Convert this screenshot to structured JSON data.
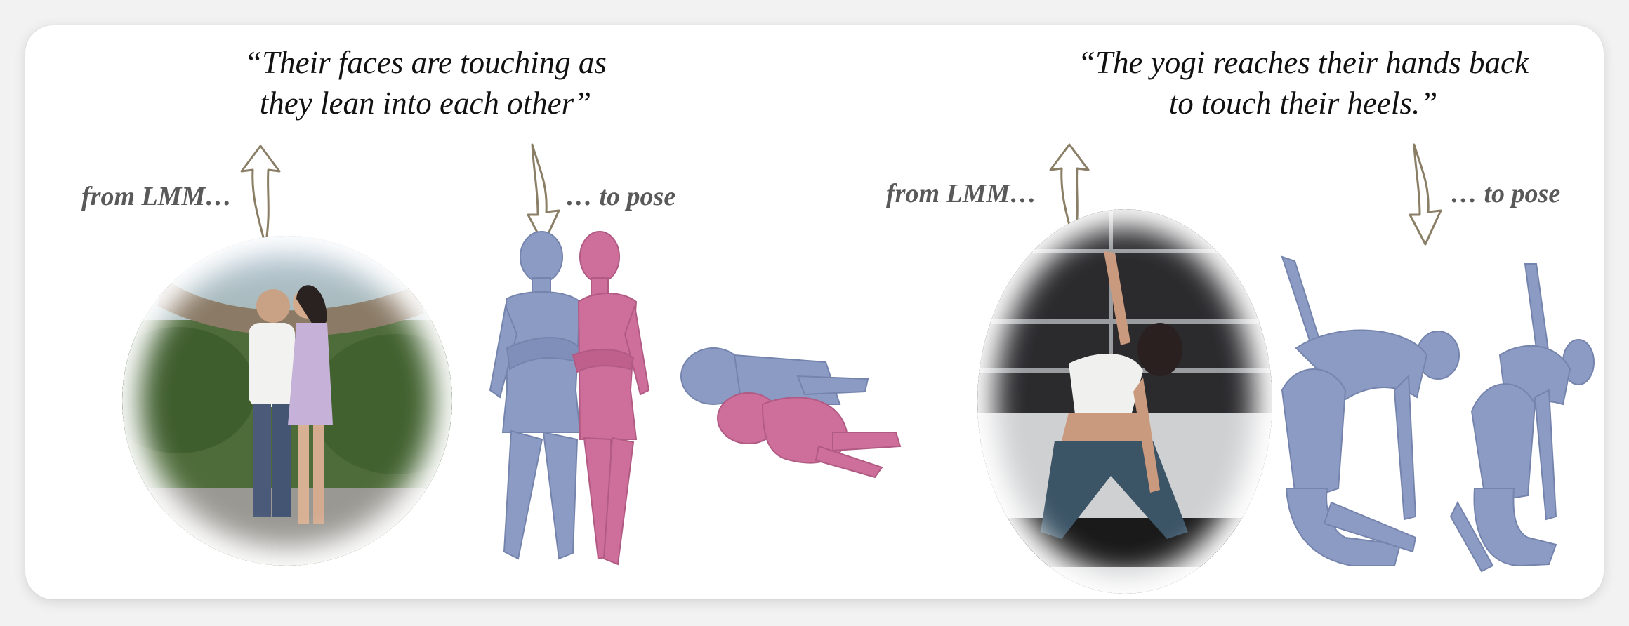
{
  "left_panel": {
    "quote_lines": [
      "“Their faces are touching as",
      "they lean into each other”"
    ],
    "from_label": "from LMM…",
    "to_label": "… to pose"
  },
  "right_panel": {
    "quote_lines": [
      "“The yogi reaches their hands back",
      "to touch their heels.”"
    ],
    "from_label": "from LMM…",
    "to_label": "… to pose"
  },
  "colors": {
    "body_blue": "#8c9bc4",
    "body_pink": "#cd6f9a",
    "arrow_stroke": "#8a7f66",
    "label_gray": "#595959"
  },
  "icons": {
    "up_arrow": "hollow-curved-up-arrow",
    "down_arrow": "hollow-curved-down-arrow"
  }
}
